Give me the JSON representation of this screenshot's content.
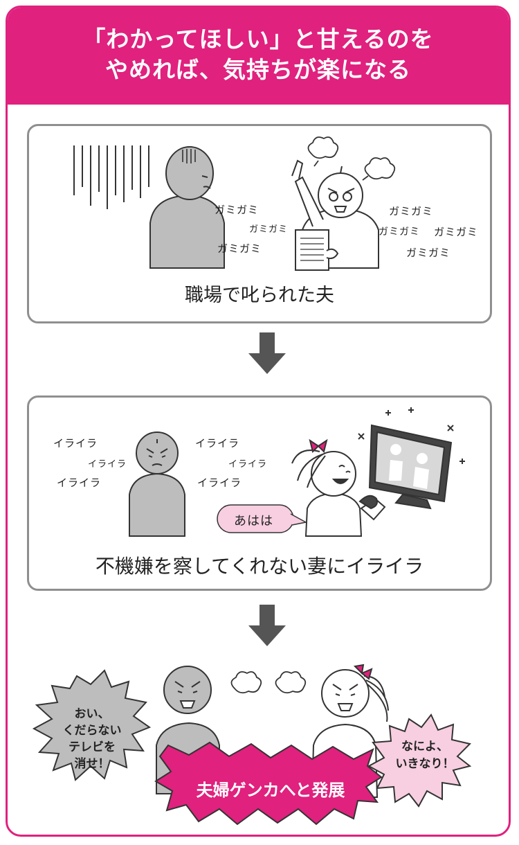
{
  "title": {
    "line1": "「わかってほしい」と甘えるのを",
    "line2": "やめれば、気持ちが楽になる"
  },
  "panel1": {
    "caption": "職場で叱られた夫",
    "sfx": [
      "ガミガミ",
      "ガミガミ",
      "ガミガミ",
      "ガミガミ",
      "ガミガミ",
      "ガミガミ",
      "ガミガミ"
    ]
  },
  "panel2": {
    "caption": "不機嫌を察してくれない妻にイライラ",
    "sfx": [
      "イライラ",
      "イライラ",
      "イライラ",
      "イライラ",
      "イライラ",
      "イライラ"
    ],
    "wife_bubble": "あはは"
  },
  "panel3": {
    "husband_bubble": [
      "おい、",
      "くだらない",
      "テレビを",
      "消せ！"
    ],
    "wife_bubble": [
      "なによ、",
      "いきなり！"
    ],
    "result": "夫婦ゲンカへと発展"
  },
  "colors": {
    "accent": "#e0217e",
    "accent_light": "#f7cfe0",
    "person_gray": "#bdbdbd",
    "panel_border": "#8f8f8f"
  }
}
